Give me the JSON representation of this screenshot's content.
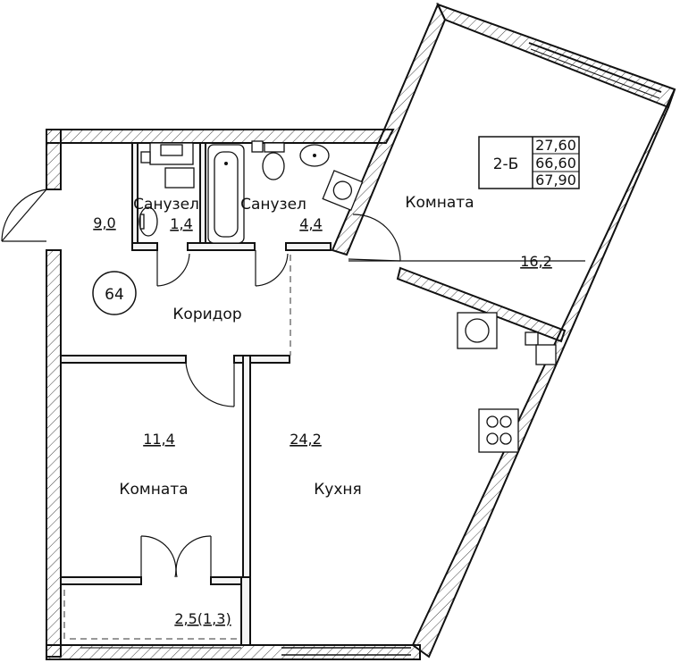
{
  "plan": {
    "apartment_number": "64",
    "type_code": "2-Б",
    "areas_box": [
      "27,60",
      "66,60",
      "67,90"
    ],
    "rooms": [
      {
        "id": "hall",
        "name": "",
        "area": "9,0"
      },
      {
        "id": "bath1",
        "name": "Санузел",
        "area": "1,4"
      },
      {
        "id": "bath2",
        "name": "Санузел",
        "area": "4,4"
      },
      {
        "id": "room1",
        "name": "Комната",
        "area": "16,2"
      },
      {
        "id": "corridor",
        "name": "Коридор",
        "area": ""
      },
      {
        "id": "room2",
        "name": "Комната",
        "area": "11,4"
      },
      {
        "id": "kitchen",
        "name": "Кухня",
        "area": "24,2"
      },
      {
        "id": "balcony",
        "name": "",
        "area": "2,5(1,3)"
      }
    ]
  }
}
